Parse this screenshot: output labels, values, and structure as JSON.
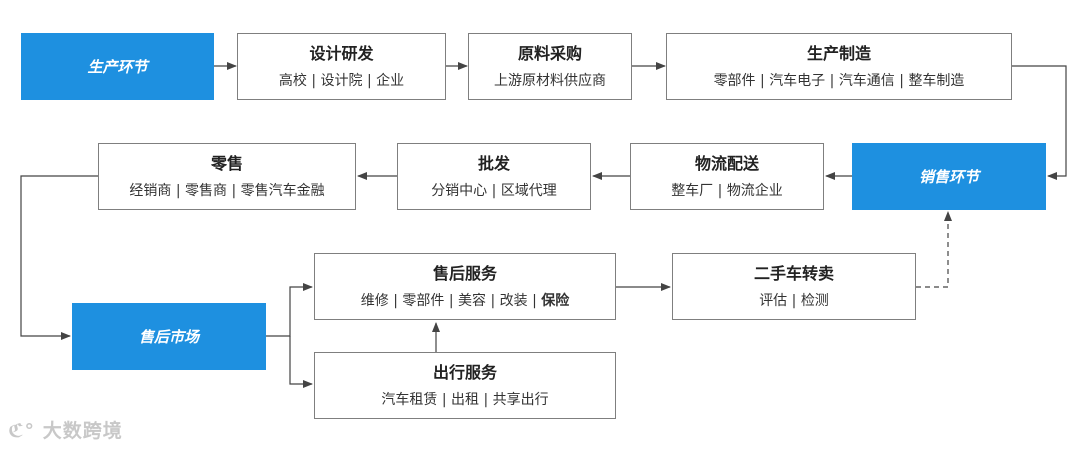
{
  "stages": {
    "production": "生产环节",
    "sales": "销售环节",
    "aftermarket": "售后市场"
  },
  "nodes": {
    "design": {
      "title": "设计研发",
      "items": [
        "高校",
        "设计院",
        "企业"
      ]
    },
    "materials": {
      "title": "原料采购",
      "items": [
        "上游原材料供应商"
      ]
    },
    "manufacturing": {
      "title": "生产制造",
      "items": [
        "零部件",
        "汽车电子",
        "汽车通信",
        "整车制造"
      ]
    },
    "logistics": {
      "title": "物流配送",
      "items": [
        "整车厂",
        "物流企业"
      ]
    },
    "wholesale": {
      "title": "批发",
      "items": [
        "分销中心",
        "区域代理"
      ]
    },
    "retail": {
      "title": "零售",
      "items": [
        "经销商",
        "零售商",
        "零售汽车金融"
      ]
    },
    "after_service": {
      "title": "售后服务",
      "items": [
        "维修",
        "零部件",
        "美容",
        "改装",
        "保险"
      ]
    },
    "used_car": {
      "title": "二手车转卖",
      "items": [
        "评估",
        "检测"
      ]
    },
    "mobility": {
      "title": "出行服务",
      "items": [
        "汽车租赁",
        "出租",
        "共享出行"
      ]
    }
  },
  "watermark": "大数跨境",
  "colors": {
    "stage_blue": "#1e90e0",
    "line": "#444444",
    "border": "#7f7f7f"
  }
}
